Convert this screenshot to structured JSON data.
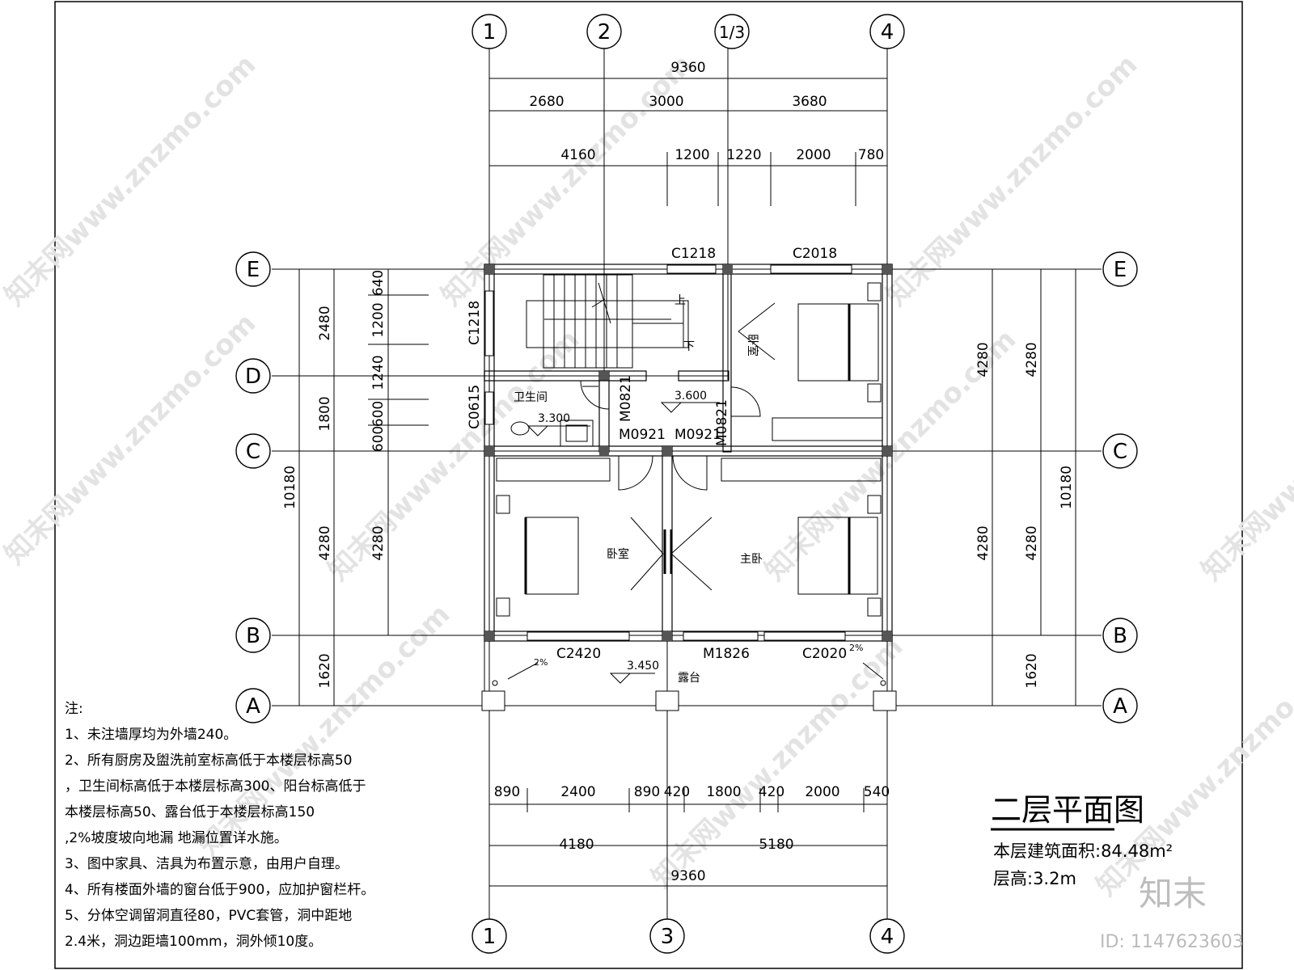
{
  "drawing": {
    "title": "二层平面图",
    "floor_area": "本层建筑面积:84.48m²",
    "floor_height": "层高:3.2m",
    "watermark": "知末网www.znzmo.com",
    "logo": "知末",
    "image_id": "ID: 1147623603"
  },
  "axes": {
    "top": [
      "1",
      "2",
      "1/3",
      "4"
    ],
    "bottom": [
      "1",
      "3",
      "4"
    ],
    "left": [
      "E",
      "D",
      "C",
      "B",
      "A"
    ],
    "right": [
      "E",
      "C",
      "B",
      "A"
    ]
  },
  "dimensions": {
    "top_total": "9360",
    "top_row1": [
      "2680",
      "3000",
      "3680"
    ],
    "top_row2": [
      "4160",
      "1200",
      "1220",
      "2000",
      "780"
    ],
    "bottom_row1": [
      "890",
      "2400",
      "890",
      "420",
      "1800",
      "420",
      "2000",
      "540"
    ],
    "bottom_row2": [
      "4180",
      "5180"
    ],
    "bottom_total": "9360",
    "left_inner": [
      "640",
      "1200",
      "1240",
      "600",
      "600",
      "4280"
    ],
    "left_mid": [
      "2480",
      "1800",
      "4280",
      "1620"
    ],
    "left_total": "10180",
    "right_inner": [
      "4280",
      "4280"
    ],
    "right_mid": [
      "4280",
      "4280",
      "1620"
    ],
    "right_total": "10180"
  },
  "labels": {
    "windows": [
      "C1218",
      "C2018",
      "C1218",
      "C0615",
      "C2420",
      "C2020"
    ],
    "doors": [
      "M0821",
      "M0921",
      "M0921",
      "M0821",
      "M1826"
    ],
    "rooms": {
      "bathroom": "卫生间",
      "bedroom_ne": "卧室",
      "bedroom_sw": "卧室",
      "master": "主卧",
      "terrace": "露台"
    },
    "stair_up": "上",
    "stair_down": "下",
    "elevations": [
      "3.600",
      "3.300",
      "3.450"
    ],
    "slopes": [
      "2%",
      "2%"
    ]
  },
  "notes": [
    "注:",
    "1、未注墙厚均为外墙240。",
    "2、所有厨房及盥洗前室标高低于本楼层标高50",
    "，卫生间标高低于本楼层标高300、阳台标高低于",
    "本楼层标高50、露台低于本楼层标高150",
    ",2%坡度坡向地漏 地漏位置详水施。",
    "3、图中家具、洁具为布置示意，由用户自理。",
    "4、所有楼面外墙的窗台低于900，应加护窗栏杆。",
    "5、分体空调留洞直径80，PVC套管，洞中距地",
    "2.4米，洞边距墙100mm，洞外倾10度。"
  ]
}
